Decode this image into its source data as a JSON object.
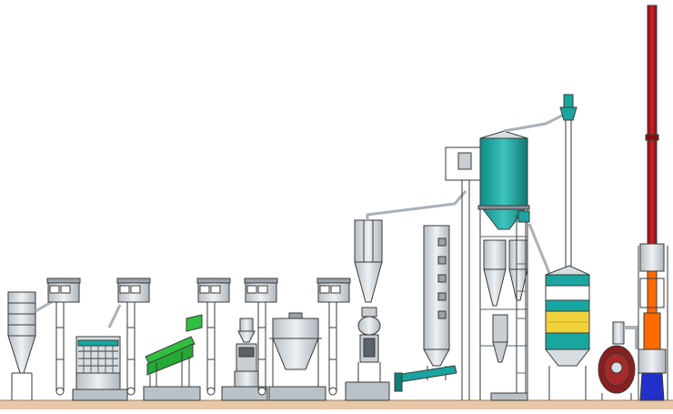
{
  "diagram": {
    "kind": "process-plant-line",
    "equipment": [
      "raw-silo",
      "bucket-elevator",
      "color-sorter",
      "vibrating-screen",
      "mill",
      "mixing-tank",
      "tall-silo",
      "dryer-column",
      "teal-storage-silo",
      "heat-exchanger",
      "furnace",
      "chimney"
    ],
    "colors": {
      "outline": "#3a3a3a",
      "steel": "#c9ced3",
      "steel_light": "#e3e7ea",
      "teal": "#1aa6a0",
      "teal_dark": "#0f7d78",
      "green": "#2fbf3f",
      "yellow": "#f2d23a",
      "chimney_red": "#b3181c",
      "orange": "#ff6a00",
      "pipe": "#b8c2c8",
      "ground": "#e7c7a6",
      "blue": "#2030c8",
      "burgundy": "#8b1e1e"
    }
  }
}
